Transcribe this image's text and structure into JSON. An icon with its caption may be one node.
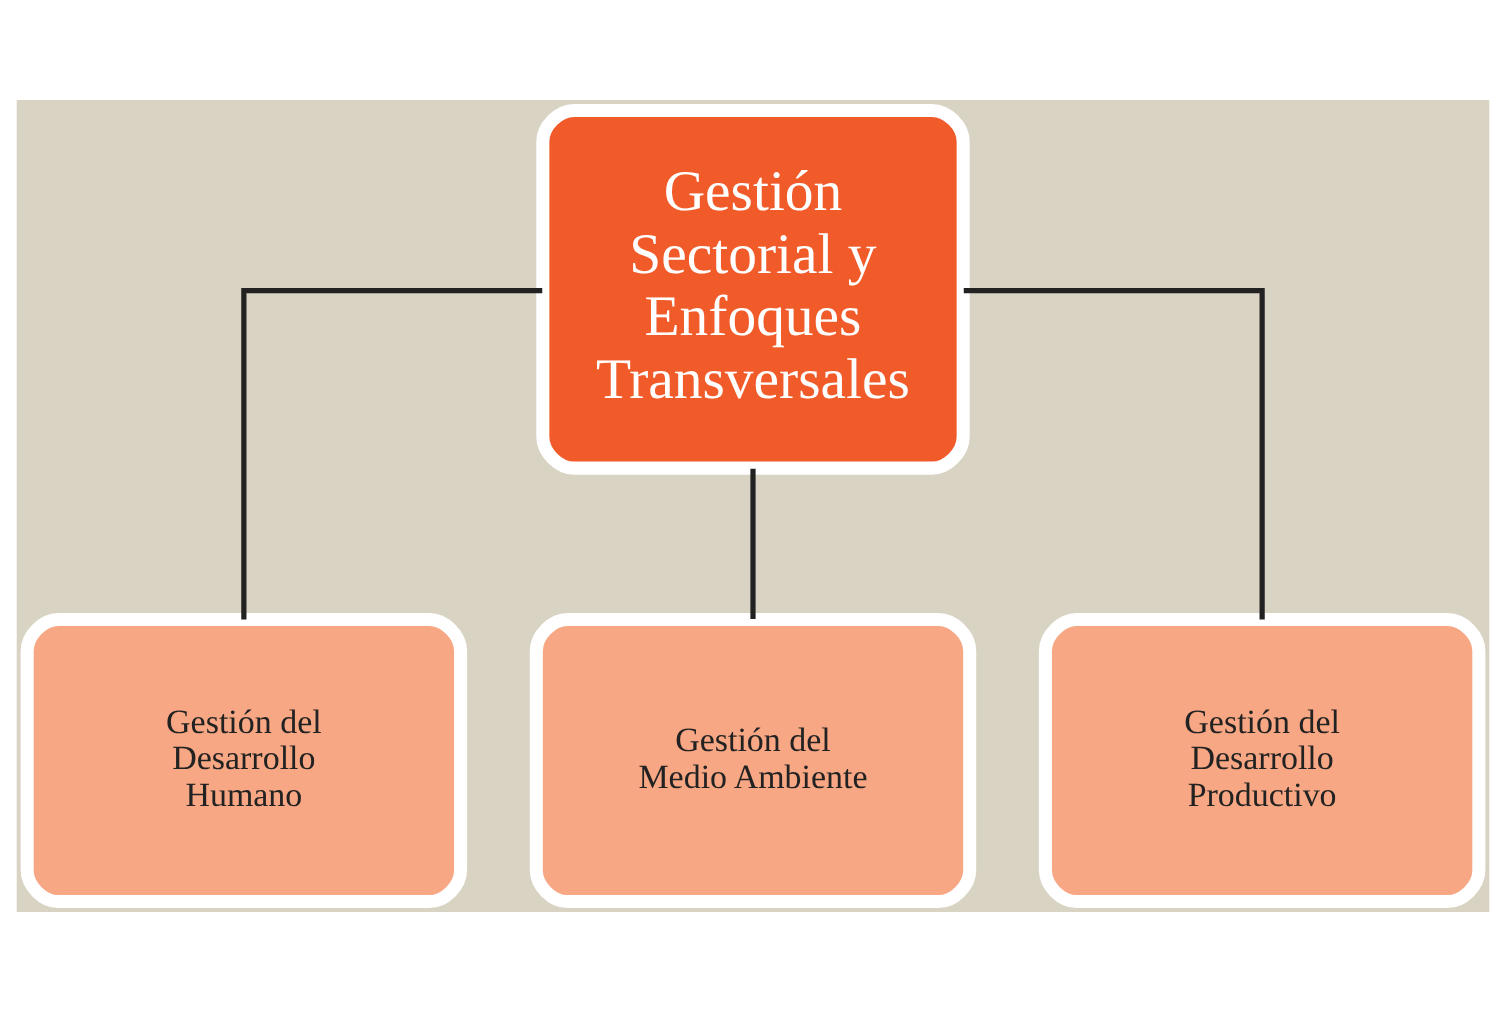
{
  "diagram": {
    "nodes": [
      {
        "text": [
          "Gestión Sectorial y Enfoques Transversales"
        ]
      },
      {
        "text": [
          "Gestión del Desarrollo Humano"
        ]
      },
      {
        "text": [
          "Gestión del Medio Ambiente"
        ]
      },
      {
        "text": [
          "Gestión del Desarrollo Productivo"
        ]
      }
    ],
    "edges": [
      {
        "from": 0,
        "to": 1,
        "arrow": "none"
      },
      {
        "from": 0,
        "to": 2,
        "arrow": "none"
      },
      {
        "from": 0,
        "to": 3,
        "arrow": "none"
      }
    ]
  }
}
